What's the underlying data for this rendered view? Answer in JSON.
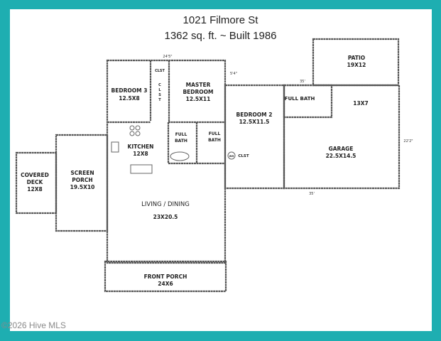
{
  "header": {
    "address": "1021 Filmore St",
    "summary": "1362 sq. ft. ~ Built 1986"
  },
  "rooms": {
    "bedroom3": {
      "name": "BEDROOM 3",
      "size": "12.5X8"
    },
    "closet1": "CLST",
    "closet2": [
      "C",
      "L",
      "S",
      "T"
    ],
    "master": {
      "name1": "MASTER",
      "name2": "BEDROOM",
      "size": "12.5X11"
    },
    "bedroom2": {
      "name": "BEDROOM 2",
      "size": "12.5X11.5"
    },
    "bath1": {
      "l1": "FULL",
      "l2": "BATH"
    },
    "bath2": {
      "l1": "FULL",
      "l2": "BATH"
    },
    "bath3": "FULL BATH",
    "closet3": "CLST",
    "wh": "WH",
    "kitchen": {
      "name": "KITCHEN",
      "size": "12X8"
    },
    "living": {
      "name": "LIVING / DINING",
      "size": "23X20.5"
    },
    "screen_porch": {
      "l1": "SCREEN",
      "l2": "PORCH",
      "size": "19.5X10"
    },
    "covered_deck": {
      "l1": "COVERED",
      "l2": "DECK",
      "size": "12X8"
    },
    "front_porch": {
      "name": "FRONT PORCH",
      "size": "24X6"
    },
    "patio": {
      "name": "PATIO",
      "size": "19X12"
    },
    "storage": {
      "size": "13X7"
    },
    "garage": {
      "name": "GARAGE",
      "size": "22.5X14.5"
    }
  },
  "dimensions": {
    "top": "24'5\"",
    "offset": "5'4\"",
    "garage_top": "35'",
    "garage_bottom": "35'",
    "garage_side": "22'2\""
  },
  "watermark": "©2026 Hive MLS",
  "colors": {
    "border": "#1eaeb1",
    "background": "#ffffff"
  }
}
